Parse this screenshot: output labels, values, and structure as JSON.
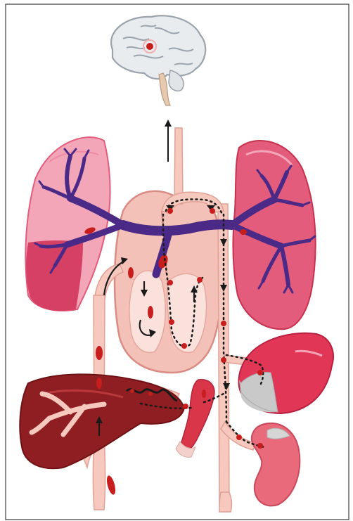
{
  "diagram": {
    "type": "anatomical-circulation-illustration",
    "organs": [
      "brain",
      "left-lung",
      "right-lung",
      "heart",
      "liver",
      "spleen",
      "kidney",
      "bronchial-tree"
    ],
    "colors": {
      "frame": "#3a3a3a",
      "background": "#ffffff",
      "lung": "#e35c7c",
      "lung_light": "#f4a6b9",
      "lung_dark": "#c8324f",
      "bronchi": "#4a2a86",
      "bronchi_dark": "#2d175e",
      "heart": "#f3c1b8",
      "heart_edge": "#d98c84",
      "vessel": "#f7c8bd",
      "vessel_edge": "#e0a195",
      "liver": "#8f1e22",
      "liver_light": "#b8383b",
      "spleen": "#e23656",
      "spleen_grey": "#c9c9c9",
      "kidney": "#e96a7a",
      "brain": "#e9ecef",
      "brain_edge": "#9aa3ab",
      "brain_stem": "#e7c9b0",
      "red_cell": "#c71d1d",
      "dotted_path": "#1a1a1a",
      "arrow": "#1a1a1a"
    }
  }
}
